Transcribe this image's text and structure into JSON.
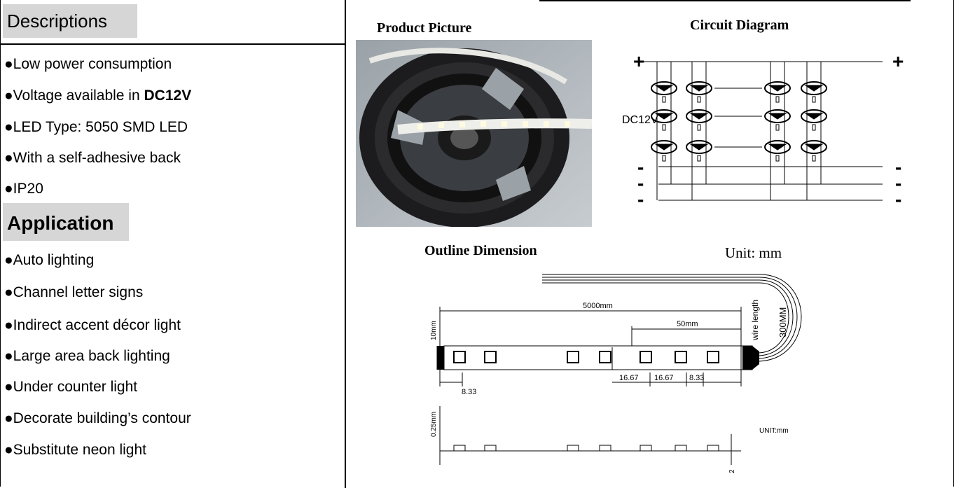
{
  "descriptions": {
    "heading": "Descriptions",
    "items": [
      {
        "text": "●Low power consumption"
      },
      {
        "text": "●Voltage available in ",
        "bold": "DC12V"
      },
      {
        "text": "●LED Type: 5050 SMD LED"
      },
      {
        "text": "●With a self-adhesive back"
      },
      {
        "text": "●IP20"
      }
    ]
  },
  "application": {
    "heading": "Application",
    "items": [
      "●Auto lighting",
      "●Channel letter signs",
      "●Indirect accent décor light",
      "●Large area back lighting",
      "●Under counter light",
      "●Decorate building’s contour",
      "●Substitute neon light"
    ]
  },
  "product_picture": {
    "title": "Product Picture"
  },
  "circuit": {
    "title": "Circuit Diagram",
    "plus": "+",
    "minus": "-",
    "voltage": "DC12V"
  },
  "outline": {
    "title": "Outline Dimension",
    "unit": "Unit: mm",
    "length": "5000mm",
    "segment": "50mm",
    "width": "10mm",
    "wire": "wire length",
    "wire_len": "300MM",
    "d1": "8.33",
    "d2": "16.67",
    "d3": "16.67",
    "d4": "8.33",
    "thickness": "0.25mm",
    "unit_small": "UNIT:mm",
    "height": "2"
  }
}
